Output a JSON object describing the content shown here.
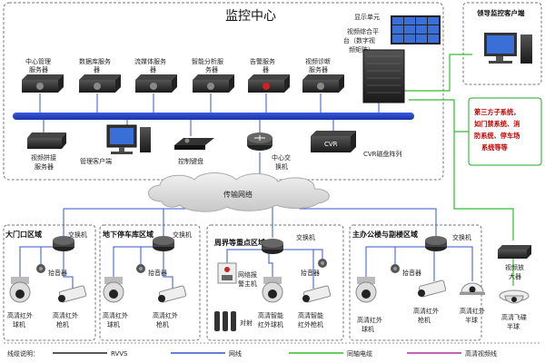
{
  "title": "监控中心",
  "display_unit": "显示单元",
  "video_platform": [
    "视频综合平",
    "台（数字视",
    "频矩阵）"
  ],
  "servers": [
    [
      "中心管理",
      "服务器"
    ],
    [
      "数据库服务",
      "器"
    ],
    [
      "流媒体服务",
      "器"
    ],
    [
      "智能分析服",
      "务器"
    ],
    [
      "告警服务",
      "器"
    ],
    [
      "视频诊断",
      "服务器"
    ]
  ],
  "splice_server": [
    "视频拼接",
    "服务器"
  ],
  "mgmt_client": "管理客户端",
  "control_keyboard": "控制键盘",
  "center_switch": [
    "中心交",
    "换机"
  ],
  "cvr_label": "CVR",
  "cvr_array": "CVR磁盘阵列",
  "leader_client": "领导监控客户端",
  "third_party": [
    "第三方子系统，",
    "如门禁系统、消",
    "防系统、停车场",
    "系统等等"
  ],
  "transport_net": "传输网络",
  "zones": {
    "gate": "大门口区域",
    "parking": "地下停车库区域",
    "perimeter": "周界等重点区域",
    "office": "主办公楼与副楼区域"
  },
  "switch": "交换机",
  "pickup": "拾音器",
  "hd_ir_dome": [
    "高清红外",
    "球机"
  ],
  "hd_ir_gun": [
    "高清红外",
    "枪机"
  ],
  "smart_ir_dome": [
    "高清智能",
    "红外球机"
  ],
  "smart_ir_gun": [
    "高清智能",
    "红外枪机"
  ],
  "hd_ir_half_dome": [
    "高清红外",
    "半球"
  ],
  "hd_ufo_half_dome": [
    "高清飞碟",
    "半球"
  ],
  "alarm_host": [
    "网络报",
    "警主机"
  ],
  "beam": "对射",
  "video_amp": [
    "视频放",
    "大器"
  ],
  "legend": {
    "title": "线缆说明：",
    "items": [
      "RVVS",
      "网线",
      "同轴电缆",
      "高清视频线"
    ],
    "colors": [
      "#222222",
      "#3355cc",
      "#33bb33",
      "#aa3399"
    ]
  }
}
